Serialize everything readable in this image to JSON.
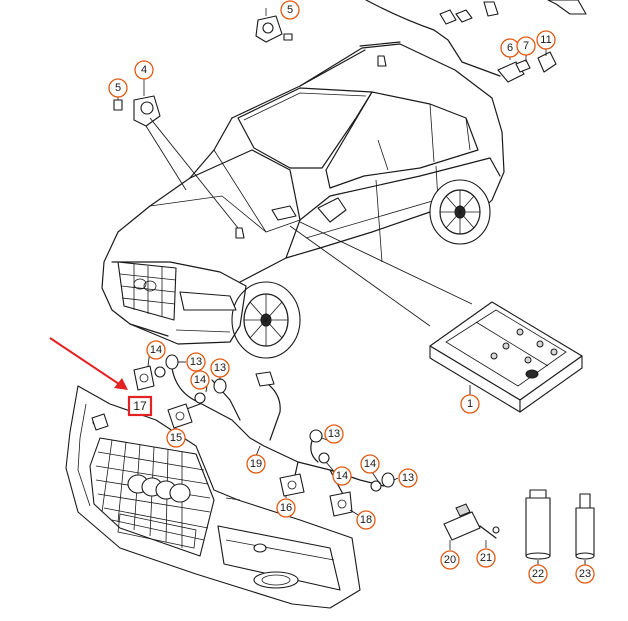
{
  "callouts": [
    {
      "id": "c1",
      "label": "1"
    },
    {
      "id": "c4",
      "label": "4"
    },
    {
      "id": "c5a",
      "label": "5"
    },
    {
      "id": "c5b",
      "label": "5"
    },
    {
      "id": "c6",
      "label": "6"
    },
    {
      "id": "c7",
      "label": "7"
    },
    {
      "id": "c11",
      "label": "11"
    },
    {
      "id": "c13a",
      "label": "13"
    },
    {
      "id": "c13b",
      "label": "13"
    },
    {
      "id": "c13c",
      "label": "13"
    },
    {
      "id": "c13d",
      "label": "13"
    },
    {
      "id": "c14a",
      "label": "14"
    },
    {
      "id": "c14b",
      "label": "14"
    },
    {
      "id": "c14c",
      "label": "14"
    },
    {
      "id": "c14d",
      "label": "14"
    },
    {
      "id": "c15",
      "label": "15"
    },
    {
      "id": "c16",
      "label": "16"
    },
    {
      "id": "c18",
      "label": "18"
    },
    {
      "id": "c19",
      "label": "19"
    },
    {
      "id": "c20",
      "label": "20"
    },
    {
      "id": "c21",
      "label": "21"
    },
    {
      "id": "c22",
      "label": "22"
    },
    {
      "id": "c23",
      "label": "23"
    }
  ],
  "highlight": {
    "label": "17",
    "border_color": "#e32222"
  },
  "colors": {
    "callout_ring": "#e25a12",
    "highlight": "#e32222",
    "line": "#1a1a1a"
  }
}
